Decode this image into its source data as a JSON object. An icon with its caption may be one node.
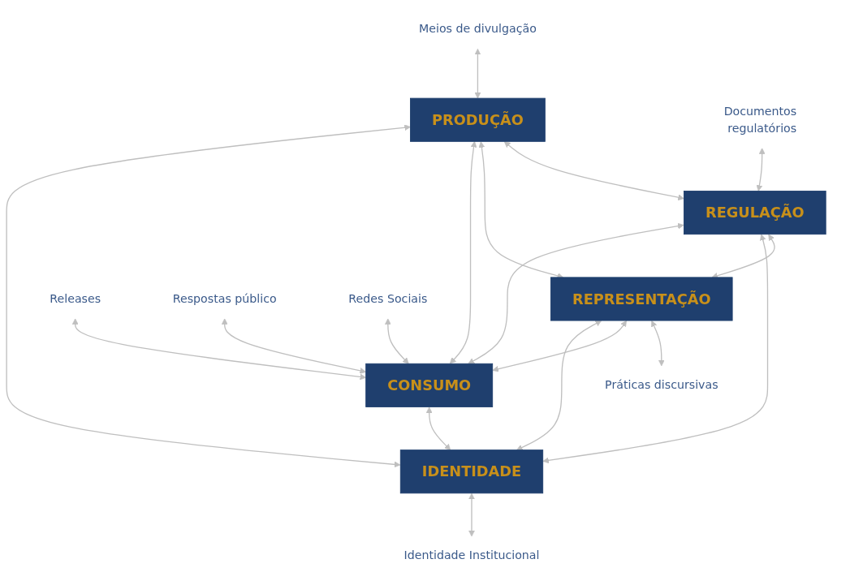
{
  "diagram": {
    "nodes": [
      {
        "text": [
          "Meios de divulgação"
        ]
      },
      {
        "text": [
          "PRODUÇÃO"
        ]
      },
      {
        "text": [
          "Documentos regulatórios"
        ]
      },
      {
        "text": [
          "REGULAÇÃO"
        ]
      },
      {
        "text": [
          "REPRESENTAÇÃO"
        ]
      },
      {
        "text": [
          "Práticas discursivas"
        ]
      },
      {
        "text": [
          "Releases"
        ]
      },
      {
        "text": [
          "Respostas público"
        ]
      },
      {
        "text": [
          "Redes Sociais"
        ]
      },
      {
        "text": [
          "CONSUMO"
        ]
      },
      {
        "text": [
          "IDENTIDADE"
        ]
      },
      {
        "text": [
          "Identidade Institucional"
        ]
      }
    ],
    "edges": [
      {
        "from": 0,
        "to": 1,
        "arrow": "both"
      },
      {
        "from": 1,
        "to": 3,
        "arrow": "both"
      },
      {
        "from": 1,
        "to": 4,
        "arrow": "both"
      },
      {
        "from": 2,
        "to": 3,
        "arrow": "both"
      },
      {
        "from": 4,
        "to": 5,
        "arrow": "both"
      },
      {
        "from": 3,
        "to": 4,
        "arrow": "both"
      },
      {
        "from": 9,
        "to": 1,
        "arrow": "both"
      },
      {
        "from": 10,
        "to": 1,
        "arrow": "both"
      },
      {
        "from": 3,
        "to": 10,
        "arrow": "both"
      },
      {
        "from": 4,
        "to": 9,
        "arrow": "both"
      },
      {
        "from": 3,
        "to": 9,
        "arrow": "both"
      },
      {
        "from": 4,
        "to": 10,
        "arrow": "both"
      },
      {
        "from": 6,
        "to": 9,
        "arrow": "both"
      },
      {
        "from": 7,
        "to": 9,
        "arrow": "both"
      },
      {
        "from": 8,
        "to": 9,
        "arrow": "both"
      },
      {
        "from": 9,
        "to": 10,
        "arrow": "both"
      },
      {
        "from": 10,
        "to": 11,
        "arrow": "both"
      }
    ]
  }
}
